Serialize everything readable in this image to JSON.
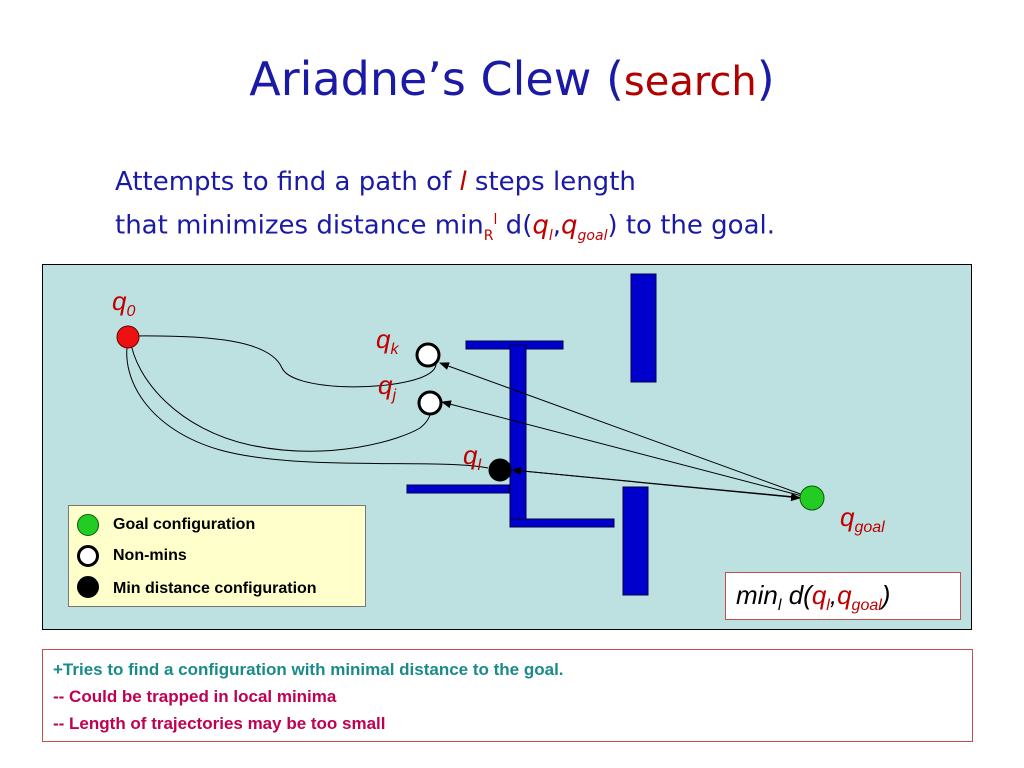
{
  "title": {
    "main": "Ariadne’s Clew (",
    "accent": "search",
    "close": ")"
  },
  "subtitle": {
    "line1_a": "Attempts to find a path of ",
    "line1_l": "l",
    "line1_b": " steps length",
    "line2_a": " that minimizes distance min",
    "line2_sub": "R",
    "line2_sup": "l",
    "line2_b": " d(",
    "line2_q": "q",
    "line2_qsub": "l",
    "line2_comma": ",",
    "line2_q2": "q",
    "line2_q2sub": "goal",
    "line2_c": ") to the goal."
  },
  "labels": {
    "q0": {
      "q": "q",
      "sub": "0"
    },
    "qk": {
      "q": "q",
      "sub": "k"
    },
    "qj": {
      "q": "q",
      "sub": "j"
    },
    "ql": {
      "q": "q",
      "sub": "l"
    },
    "qgoal": {
      "q": "q",
      "sub": "goal"
    }
  },
  "legend": [
    {
      "label": "Goal configuration",
      "color": "#22cc22"
    },
    {
      "label": "Non-mins",
      "color": "#ffffff"
    },
    {
      "label": "Min distance configuration",
      "color": "#000000"
    }
  ],
  "formula": {
    "min": "min",
    "minsub": "l",
    "d": " d(",
    "q": "q",
    "qsub": "l",
    "comma": ",",
    "q2": "q",
    "q2sub": "goal",
    "close": ")"
  },
  "notes": [
    "+Tries to find a configuration with minimal distance to the goal.",
    "-- Could be trapped in local minima",
    "-- Length of trajectories may be too small"
  ],
  "colors": {
    "panel": "#bde0e1",
    "wall": "#0000cc",
    "start": "#ee1111",
    "goal": "#22cc22",
    "label": "#c00000"
  }
}
